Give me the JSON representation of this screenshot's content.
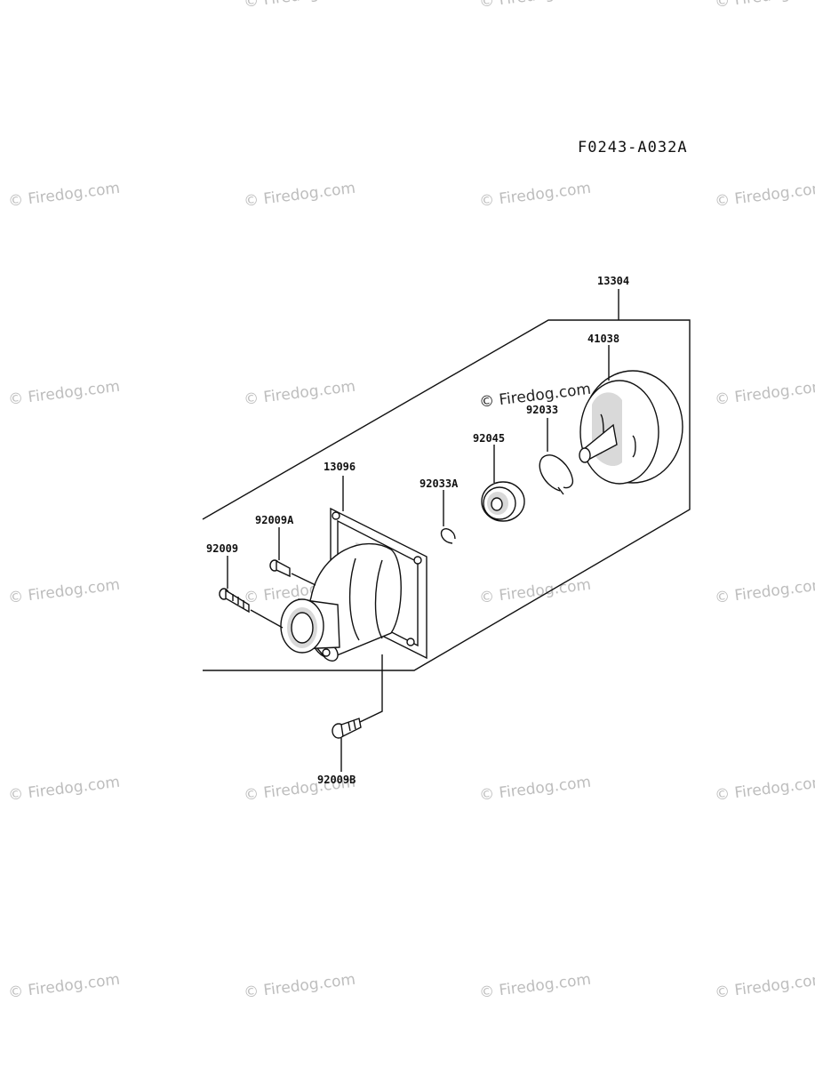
{
  "diagram_code": "F0243-A032A",
  "watermark_text": "© Firedog.com",
  "parts": {
    "p13304": "13304",
    "p41038": "41038",
    "p92033": "92033",
    "p92045": "92045",
    "p92033A": "92033A",
    "p13096": "13096",
    "p92009A": "92009A",
    "p92009": "92009",
    "p92009B": "92009B"
  }
}
